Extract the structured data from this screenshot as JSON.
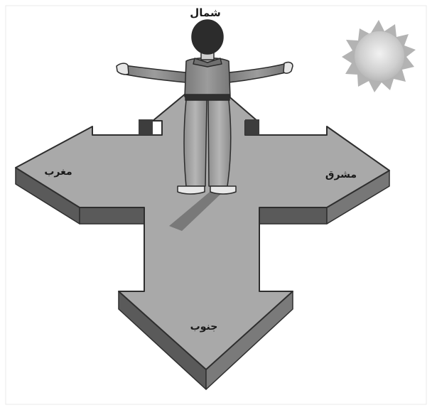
{
  "compass": {
    "north_label": "شمال",
    "east_label": "مشرق",
    "west_label": "مغرب",
    "south_label": "جنوب"
  },
  "illustration": {
    "figure": "person-with-outstretched-arms",
    "sun_icon": "sun-icon",
    "arrow_fill": "#a9a9a9",
    "arrow_side": "#555555",
    "arrow_edge": "#2e2e2e",
    "background": "#ffffff"
  }
}
